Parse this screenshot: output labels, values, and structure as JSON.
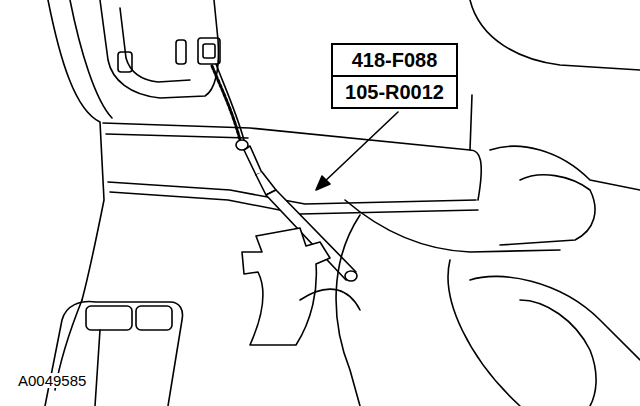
{
  "diagram": {
    "nodes": [
      {
        "text": [
          "418-F088"
        ]
      },
      {
        "text": [
          "105-R0012"
        ]
      }
    ],
    "labels": [
      "A0049585"
    ]
  }
}
